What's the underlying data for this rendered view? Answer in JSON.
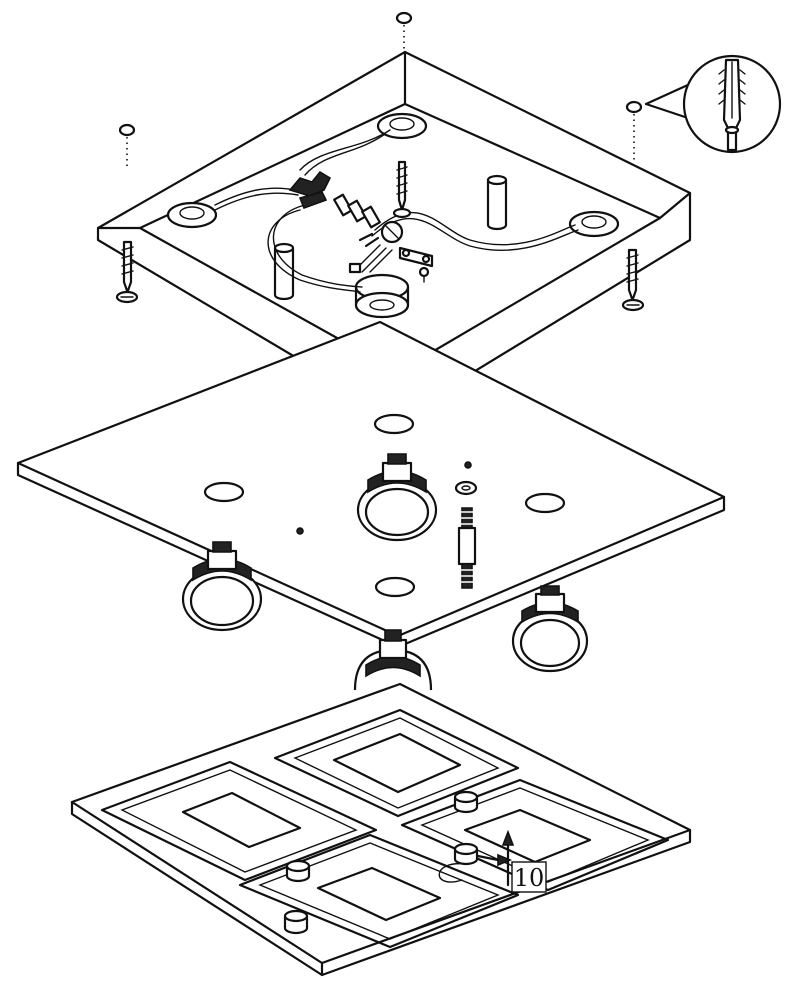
{
  "callout": {
    "number": "10"
  },
  "colors": {
    "line": "#111111",
    "background": "#ffffff"
  },
  "parts": {
    "base_box": "mounting-box",
    "wall_plug": "wall-plug-icon",
    "plate": "mounting-plate",
    "bulbs": "spotlight-bulbs",
    "cover": "decorative-cover"
  }
}
